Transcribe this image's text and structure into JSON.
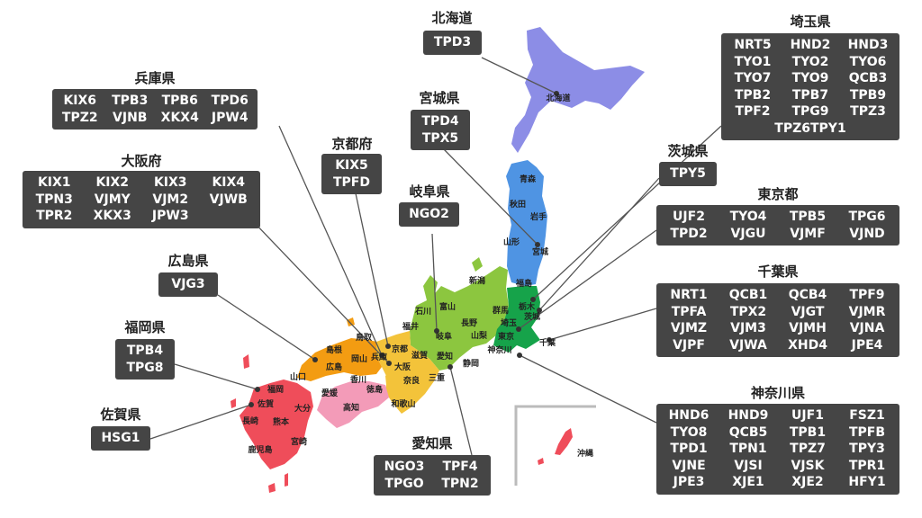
{
  "regions": [
    {
      "key": "hokkaido",
      "title": "北海道",
      "codes": [
        "TPD3"
      ]
    },
    {
      "key": "hyogo",
      "title": "兵庫県",
      "codes": [
        "KIX6",
        "TPB3",
        "TPB6",
        "TPD6",
        "TPZ2",
        "VJNB",
        "XKX4",
        "JPW4"
      ]
    },
    {
      "key": "miyagi",
      "title": "宮城県",
      "codes": [
        "TPD4",
        "TPX5"
      ]
    },
    {
      "key": "kyoto",
      "title": "京都府",
      "codes": [
        "KIX5",
        "TPFD"
      ]
    },
    {
      "key": "osaka",
      "title": "大阪府",
      "codes": [
        "KIX1",
        "KIX2",
        "KIX3",
        "KIX4",
        "TPN3",
        "VJMY",
        "VJM2",
        "VJWB",
        "TPR2",
        "XKX3",
        "JPW3"
      ]
    },
    {
      "key": "gifu",
      "title": "岐阜県",
      "codes": [
        "NGO2"
      ]
    },
    {
      "key": "hiroshima",
      "title": "広島県",
      "codes": [
        "VJG3"
      ]
    },
    {
      "key": "fukuoka",
      "title": "福岡県",
      "codes": [
        "TPB4",
        "TPG8"
      ]
    },
    {
      "key": "saga",
      "title": "佐賀県",
      "codes": [
        "HSG1"
      ]
    },
    {
      "key": "aichi",
      "title": "愛知県",
      "codes": [
        "NGO3",
        "TPF4",
        "TPGO",
        "TPN2"
      ]
    },
    {
      "key": "saitama",
      "title": "埼玉県",
      "codes": [
        "NRT5",
        "HND2",
        "HND3",
        "TYO1",
        "TYO2",
        "TYO6",
        "TYO7",
        "TYO9",
        "QCB3",
        "TPB2",
        "TPB7",
        "TPB9",
        "TPF2",
        "TPG9",
        "TPZ3"
      ],
      "extra": "TPZ6TPY1"
    },
    {
      "key": "ibaraki",
      "title": "茨城県",
      "codes": [
        "TPY5"
      ]
    },
    {
      "key": "tokyo",
      "title": "東京都",
      "codes": [
        "UJF2",
        "TYO4",
        "TPB5",
        "TPG6",
        "TPD2",
        "VJGU",
        "VJMF",
        "VJND"
      ]
    },
    {
      "key": "chiba",
      "title": "千葉県",
      "codes": [
        "NRT1",
        "QCB1",
        "QCB4",
        "TPF9",
        "TPFA",
        "TPX2",
        "VJGT",
        "VJMR",
        "VJMZ",
        "VJM3",
        "VJMH",
        "VJNA",
        "VJPF",
        "VJWA",
        "XHD4",
        "JPE4"
      ]
    },
    {
      "key": "kanagawa",
      "title": "神奈川県",
      "codes": [
        "HND6",
        "HND9",
        "UJF1",
        "FSZ1",
        "TYO8",
        "QCB5",
        "TPB1",
        "TPFB",
        "TPD1",
        "TPN1",
        "TPZ7",
        "TPY3",
        "VJNE",
        "VJSI",
        "VJSK",
        "TPR1",
        "JPE3",
        "XJE1",
        "XJE2",
        "HFY1"
      ]
    }
  ],
  "map_labels": {
    "hokkaido": "北海道",
    "aomori": "青森",
    "akita": "秋田",
    "iwate": "岩手",
    "yamagata": "山形",
    "miyagi": "宮城",
    "fukushima": "福島",
    "niigata": "新潟",
    "tochigi": "栃木",
    "gunma": "群馬",
    "ibaraki": "茨城",
    "saitama": "埼玉",
    "tokyo": "東京",
    "chiba": "千葉",
    "kanagawa": "神奈川",
    "yamanashi": "山梨",
    "nagano": "長野",
    "toyama": "富山",
    "ishikawa": "石川",
    "fukui": "福井",
    "gifu": "岐阜",
    "shizuoka": "静岡",
    "aichi": "愛知",
    "mie": "三重",
    "shiga": "滋賀",
    "kyoto": "京都",
    "osaka": "大阪",
    "hyogo": "兵庫",
    "nara": "奈良",
    "wakayama": "和歌山",
    "tottori": "鳥取",
    "shimane": "島根",
    "okayama": "岡山",
    "hiroshima": "広島",
    "yamaguchi": "山口",
    "kagawa": "香川",
    "tokushima": "徳島",
    "ehime": "愛媛",
    "kochi": "高知",
    "fukuoka": "福岡",
    "saga": "佐賀",
    "nagasaki": "長崎",
    "kumamoto": "熊本",
    "oita": "大分",
    "miyazaki": "宮崎",
    "kagoshima": "鹿児島",
    "okinawa": "沖縄"
  },
  "colors": {
    "hokkaido": "#8c8de6",
    "tohoku": "#4f94e3",
    "kanto": "#16a34a",
    "chubu": "#8cc63f",
    "kinki": "#f3c33a",
    "chugoku": "#f39c12",
    "shikoku": "#f39bb8",
    "kyushu": "#ef4d5a",
    "box": "#454545",
    "leader": "#555555",
    "dot": "#333333"
  }
}
